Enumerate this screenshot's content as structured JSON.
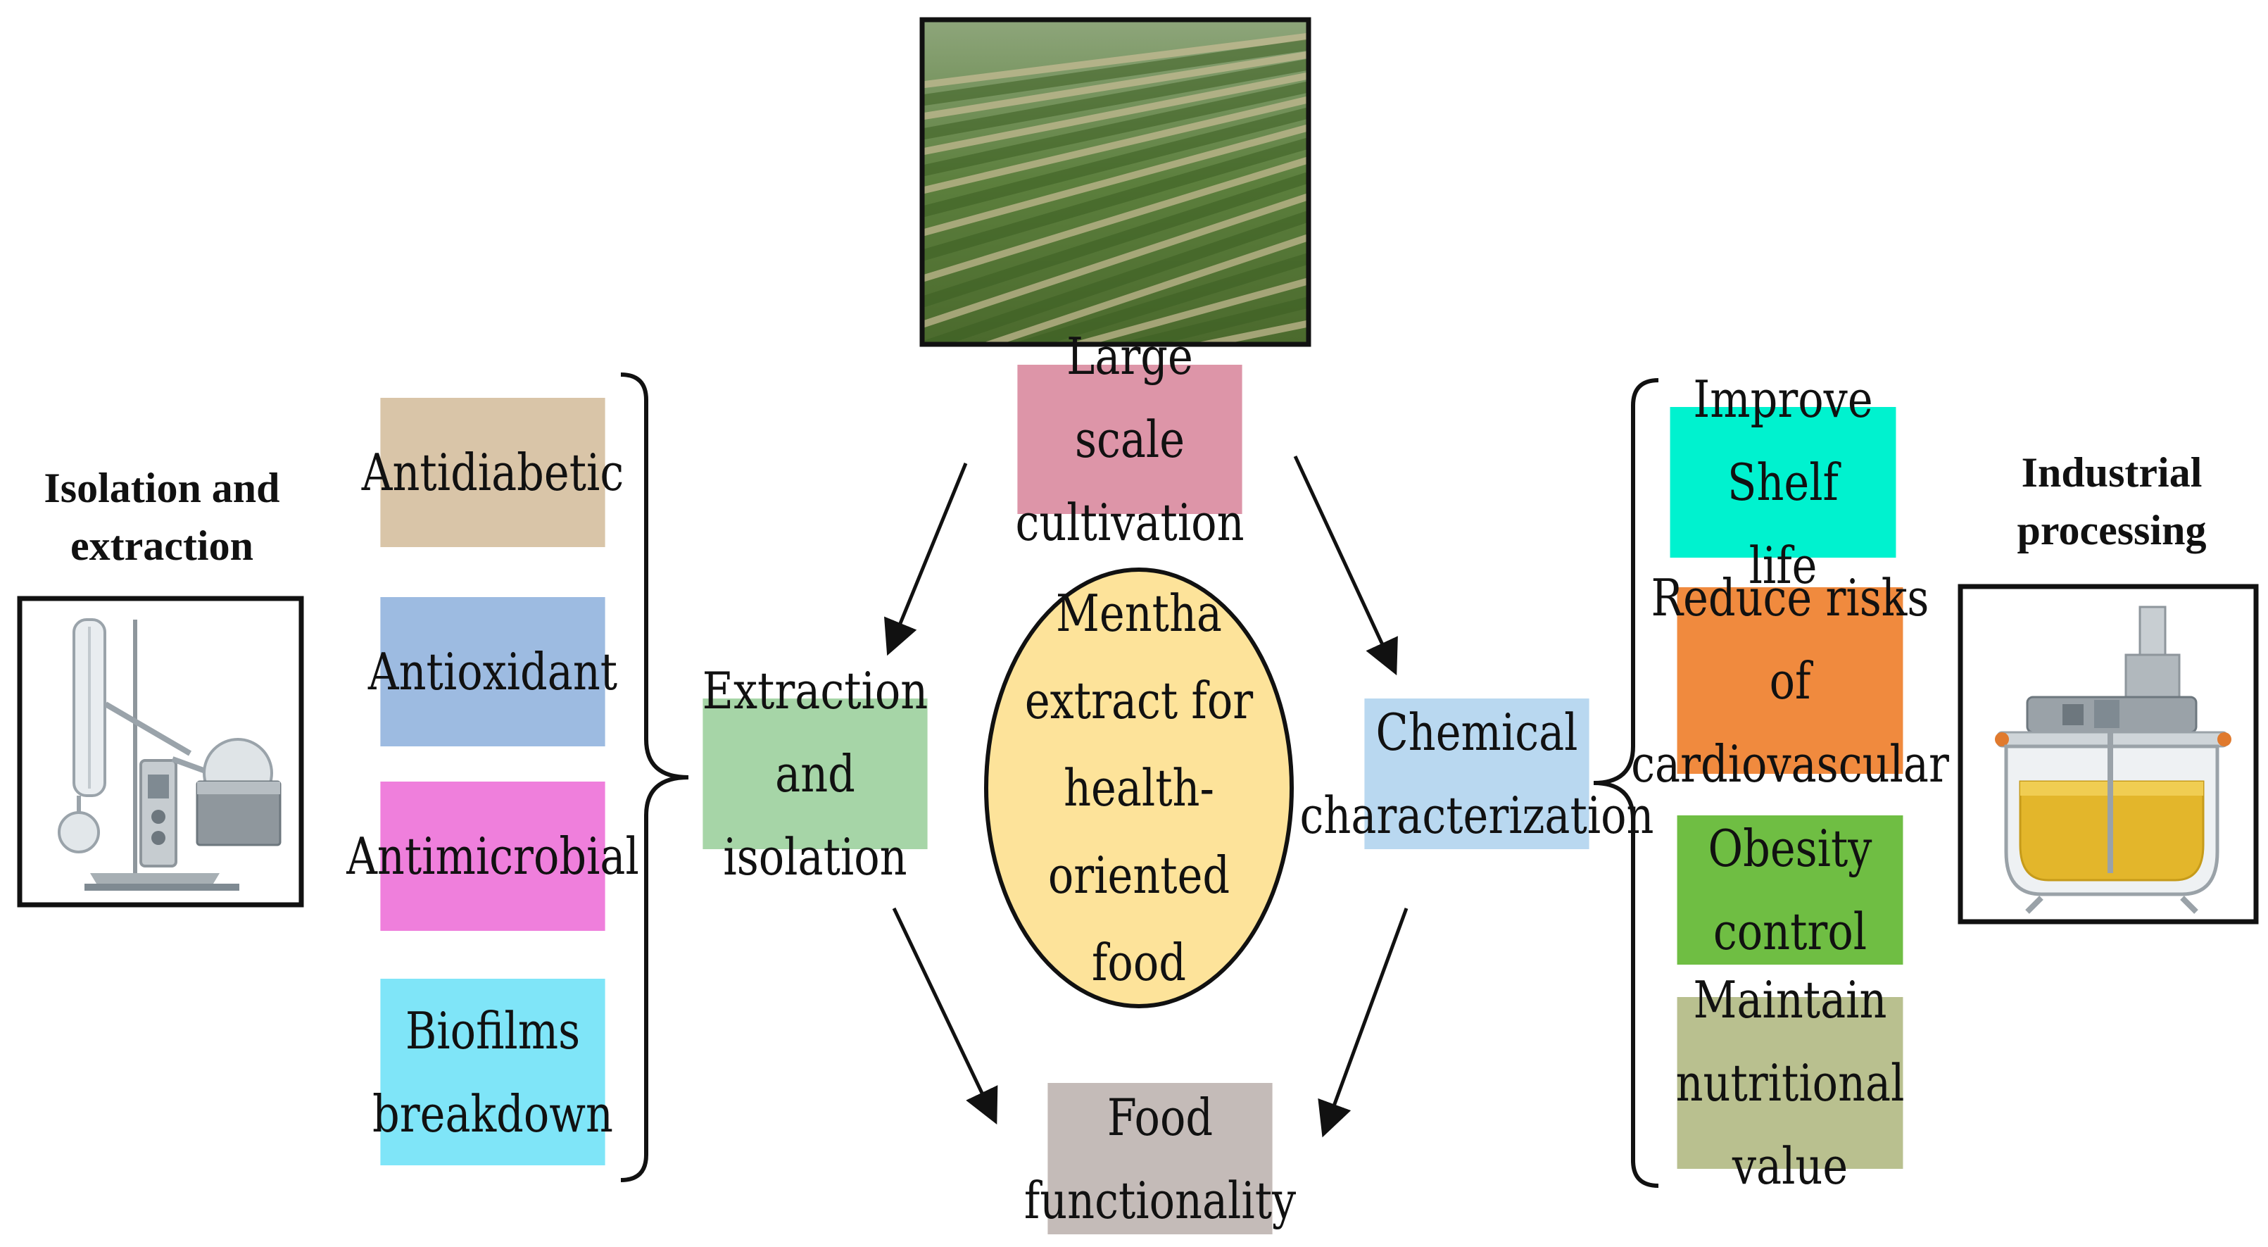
{
  "center": {
    "text": "Mentha\nextract for\nhealth-\noriented food",
    "fill": "#fde39a"
  },
  "top_box": {
    "line1": "Large scale",
    "line2": "cultivation",
    "fill": "#dd95a8"
  },
  "left_box": {
    "line1": "Extraction and",
    "line2": "isolation",
    "fill": "#a6d5a7"
  },
  "right_box": {
    "line1": "Chemical",
    "line2": "characterization",
    "fill": "#b9d8f0"
  },
  "bottom_box": {
    "line1": "Food",
    "line2": "functionality",
    "fill": "#c4bbb8"
  },
  "left_items": [
    {
      "line1": "Antidiabetic",
      "line2": "",
      "fill": "#d9c5a8"
    },
    {
      "line1": "Antioxidant",
      "line2": "",
      "fill": "#9dbbe1"
    },
    {
      "line1": "Antimicrobial",
      "line2": "",
      "fill": "#ef7fdc"
    },
    {
      "line1": "Biofilms",
      "line2": "breakdown",
      "fill": "#7fe5f8"
    }
  ],
  "right_items": [
    {
      "line1": "Improve Shelf",
      "line2": "life",
      "fill": "#00f2cf"
    },
    {
      "line1": "Reduce risks of",
      "line2": "cardiovascular",
      "fill": "#f08a3e"
    },
    {
      "line1": "Obesity control",
      "line2": "",
      "fill": "#6fbe43"
    },
    {
      "line1": "Maintain",
      "line2": "nutritional value",
      "fill": "#b9c08f"
    }
  ],
  "side_labels": {
    "left_line1": "Isolation and",
    "left_line2": "extraction",
    "right_line1": "Industrial",
    "right_line2": "processing"
  },
  "icons": {
    "field": "crop-field-photo-icon",
    "evaporator": "rotary-evaporator-icon",
    "reactor": "industrial-reactor-icon"
  }
}
